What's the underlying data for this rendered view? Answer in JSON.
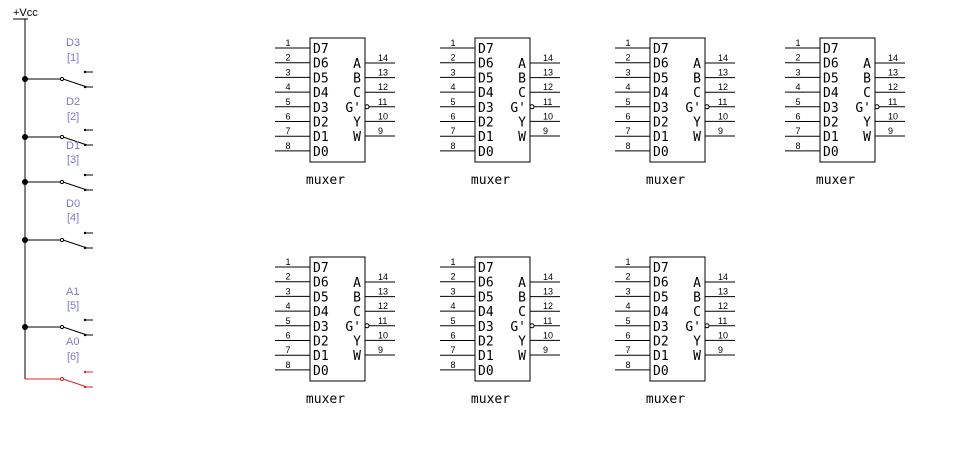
{
  "vcc_label": "+Vcc",
  "switches": [
    {
      "name": "D3",
      "index": "[1]",
      "active": false
    },
    {
      "name": "D2",
      "index": "[2]",
      "active": false
    },
    {
      "name": "D1",
      "index": "[3]",
      "active": false
    },
    {
      "name": "D0",
      "index": "[4]",
      "active": false
    },
    {
      "name": "A1",
      "index": "[5]",
      "active": false
    },
    {
      "name": "A0",
      "index": "[6]",
      "active": true
    }
  ],
  "colors": {
    "wire": "#000000",
    "active_wire": "#e02020",
    "switch_label": "#7a7ad6"
  },
  "chip": {
    "name": "muxer",
    "inputs": [
      {
        "label": "D7",
        "pin": "1"
      },
      {
        "label": "D6",
        "pin": "2"
      },
      {
        "label": "D5",
        "pin": "3"
      },
      {
        "label": "D4",
        "pin": "4"
      },
      {
        "label": "D3",
        "pin": "5"
      },
      {
        "label": "D2",
        "pin": "6"
      },
      {
        "label": "D1",
        "pin": "7"
      },
      {
        "label": "D0",
        "pin": "8"
      }
    ],
    "outputs": [
      {
        "label": "A",
        "pin": "14"
      },
      {
        "label": "B",
        "pin": "13"
      },
      {
        "label": "C",
        "pin": "12"
      },
      {
        "label": "G'",
        "pin": "11"
      },
      {
        "label": "Y",
        "pin": "10"
      },
      {
        "label": "W",
        "pin": "9"
      }
    ]
  },
  "chips_count": 7
}
